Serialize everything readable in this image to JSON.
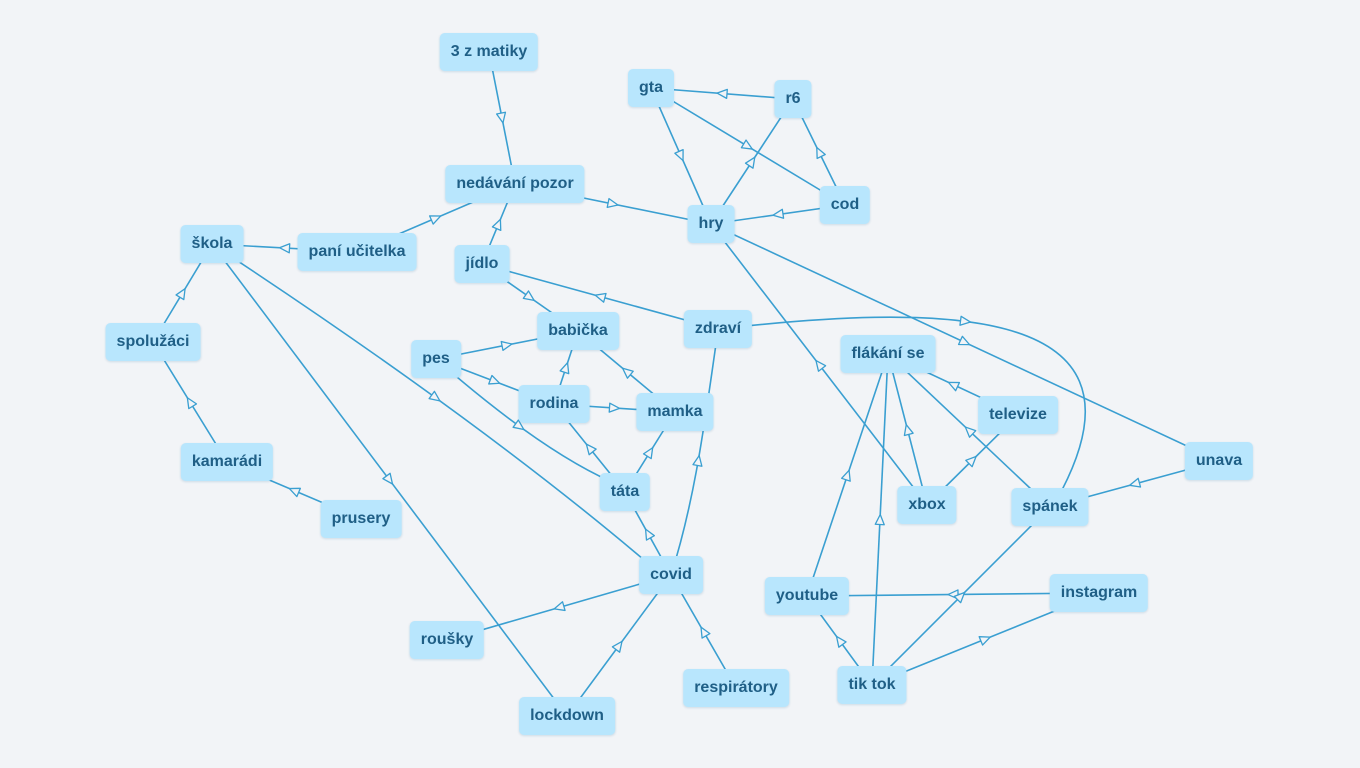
{
  "diagram": {
    "nodes": [
      {
        "id": "matiky",
        "label": "3 z matiky"
      },
      {
        "id": "nedavani",
        "label": "nedávání pozor"
      },
      {
        "id": "ucitelka",
        "label": "paní učitelka"
      },
      {
        "id": "skola",
        "label": "škola"
      },
      {
        "id": "spoluzaci",
        "label": "spolužáci"
      },
      {
        "id": "kamaradi",
        "label": "kamarádi"
      },
      {
        "id": "prusery",
        "label": "prusery"
      },
      {
        "id": "jidlo",
        "label": "jídlo"
      },
      {
        "id": "babicka",
        "label": "babička"
      },
      {
        "id": "pes",
        "label": "pes"
      },
      {
        "id": "rodina",
        "label": "rodina"
      },
      {
        "id": "mamka",
        "label": "mamka"
      },
      {
        "id": "tata",
        "label": "táta"
      },
      {
        "id": "covid",
        "label": "covid"
      },
      {
        "id": "rousky",
        "label": "roušky"
      },
      {
        "id": "lockdown",
        "label": "lockdown"
      },
      {
        "id": "respiratory",
        "label": "respirátory"
      },
      {
        "id": "zdravi",
        "label": "zdraví"
      },
      {
        "id": "gta",
        "label": "gta"
      },
      {
        "id": "r6",
        "label": "r6"
      },
      {
        "id": "cod",
        "label": "cod"
      },
      {
        "id": "hry",
        "label": "hry"
      },
      {
        "id": "flakani",
        "label": "flákání se"
      },
      {
        "id": "televize",
        "label": "televize"
      },
      {
        "id": "xbox",
        "label": "xbox"
      },
      {
        "id": "spanek",
        "label": "spánek"
      },
      {
        "id": "unava",
        "label": "unava"
      },
      {
        "id": "youtube",
        "label": "youtube"
      },
      {
        "id": "instagram",
        "label": "instagram"
      },
      {
        "id": "tiktok",
        "label": "tik tok"
      }
    ],
    "edges": [
      {
        "from": "matiky",
        "to": "nedavani"
      },
      {
        "from": "ucitelka",
        "to": "nedavani"
      },
      {
        "from": "ucitelka",
        "to": "skola"
      },
      {
        "from": "nedavani",
        "to": "hry"
      },
      {
        "from": "jidlo",
        "to": "nedavani"
      },
      {
        "from": "spoluzaci",
        "to": "skola"
      },
      {
        "from": "kamaradi",
        "to": "spoluzaci"
      },
      {
        "from": "prusery",
        "to": "kamaradi"
      },
      {
        "from": "skola",
        "to": "covid"
      },
      {
        "from": "skola",
        "to": "lockdown"
      },
      {
        "from": "jidlo",
        "to": "babicka"
      },
      {
        "from": "zdravi",
        "to": "jidlo"
      },
      {
        "from": "pes",
        "to": "babicka"
      },
      {
        "from": "pes",
        "to": "rodina"
      },
      {
        "from": "pes",
        "to": "tata"
      },
      {
        "from": "rodina",
        "to": "babicka"
      },
      {
        "from": "rodina",
        "to": "mamka"
      },
      {
        "from": "mamka",
        "to": "babicka"
      },
      {
        "from": "tata",
        "to": "rodina"
      },
      {
        "from": "tata",
        "to": "mamka"
      },
      {
        "from": "covid",
        "to": "tata"
      },
      {
        "from": "covid",
        "to": "rousky"
      },
      {
        "from": "lockdown",
        "to": "covid"
      },
      {
        "from": "respiratory",
        "to": "covid"
      },
      {
        "from": "covid",
        "to": "zdravi"
      },
      {
        "from": "zdravi",
        "to": "spanek"
      },
      {
        "from": "r6",
        "to": "gta"
      },
      {
        "from": "gta",
        "to": "hry"
      },
      {
        "from": "gta",
        "to": "cod"
      },
      {
        "from": "cod",
        "to": "r6"
      },
      {
        "from": "cod",
        "to": "hry"
      },
      {
        "from": "hry",
        "to": "r6"
      },
      {
        "from": "hry",
        "to": "unava"
      },
      {
        "from": "xbox",
        "to": "hry"
      },
      {
        "from": "xbox",
        "to": "flakani"
      },
      {
        "from": "televize",
        "to": "flakani"
      },
      {
        "from": "xbox",
        "to": "televize"
      },
      {
        "from": "spanek",
        "to": "flakani"
      },
      {
        "from": "unava",
        "to": "spanek"
      },
      {
        "from": "youtube",
        "to": "flakani"
      },
      {
        "from": "tiktok",
        "to": "flakani"
      },
      {
        "from": "tiktok",
        "to": "youtube"
      },
      {
        "from": "instagram",
        "to": "youtube"
      },
      {
        "from": "tiktok",
        "to": "instagram"
      },
      {
        "from": "tiktok",
        "to": "spanek"
      }
    ]
  }
}
